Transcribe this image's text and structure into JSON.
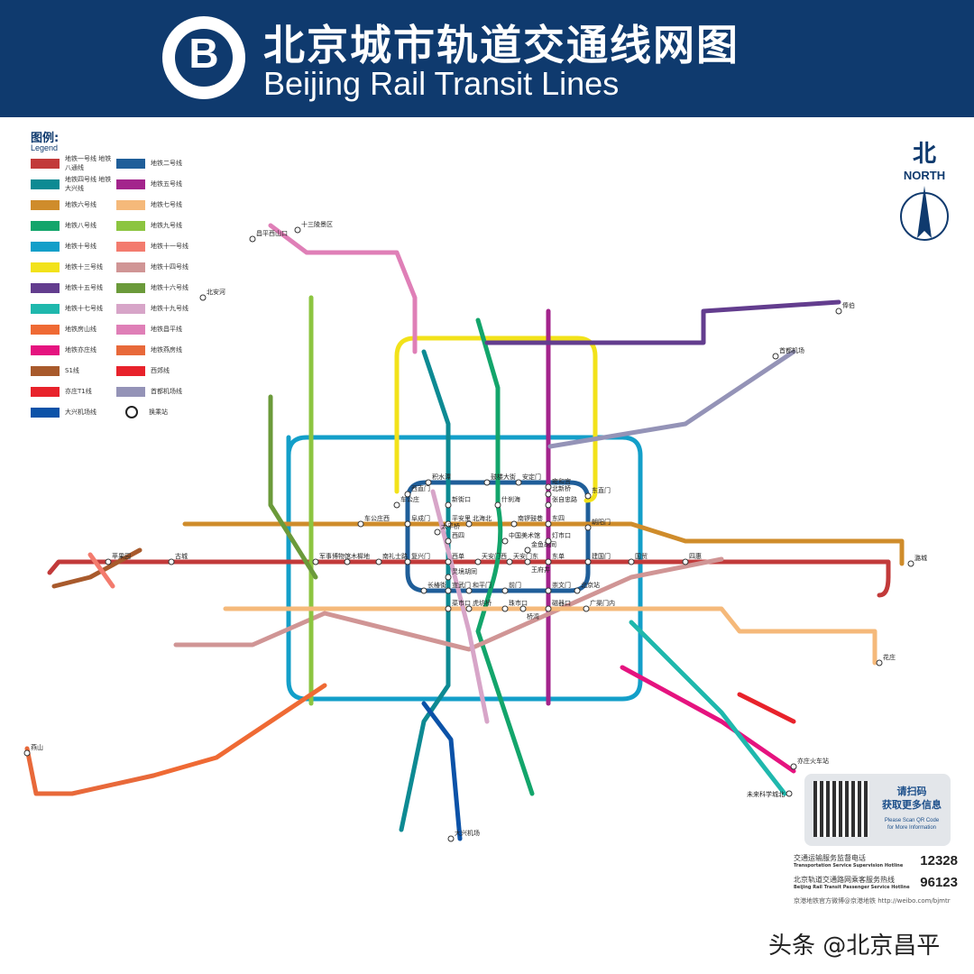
{
  "header": {
    "title_cn": "北京城市轨道交通线网图",
    "title_en": "Beijing Rail Transit Lines",
    "logo_letter": "B"
  },
  "north": {
    "cn": "北",
    "en": "NORTH"
  },
  "legend": {
    "title": "图例:",
    "subtitle": "Legend",
    "items": [
      {
        "label": "地铁一号线 地铁八通线",
        "color": "#c23a3a"
      },
      {
        "label": "地铁二号线",
        "color": "#1f5e99"
      },
      {
        "label": "地铁四号线 地铁大兴线",
        "color": "#0d8a93"
      },
      {
        "label": "地铁五号线",
        "color": "#a3248c"
      },
      {
        "label": "地铁六号线",
        "color": "#cf8c2b"
      },
      {
        "label": "地铁七号线",
        "color": "#f5b97a"
      },
      {
        "label": "地铁八号线",
        "color": "#13a56b"
      },
      {
        "label": "地铁九号线",
        "color": "#8cc540"
      },
      {
        "label": "地铁十号线",
        "color": "#139fc9"
      },
      {
        "label": "地铁十一号线",
        "color": "#f37b6e"
      },
      {
        "label": "地铁十三号线",
        "color": "#f2e21a"
      },
      {
        "label": "地铁十四号线",
        "color": "#d09595"
      },
      {
        "label": "地铁十五号线",
        "color": "#633d8e"
      },
      {
        "label": "地铁十六号线",
        "color": "#6b9a3a"
      },
      {
        "label": "地铁十七号线",
        "color": "#1fb8ad"
      },
      {
        "label": "地铁十九号线",
        "color": "#d7a5c8"
      },
      {
        "label": "地铁房山线",
        "color": "#ef6a34"
      },
      {
        "label": "地铁昌平线",
        "color": "#df7fb7"
      },
      {
        "label": "地铁亦庄线",
        "color": "#e5137f"
      },
      {
        "label": "地铁燕房线",
        "color": "#e8693a"
      },
      {
        "label": "S1线",
        "color": "#a85a2c"
      },
      {
        "label": "西郊线",
        "color": "#e8222b"
      },
      {
        "label": "亦庄T1线",
        "color": "#e8222b"
      },
      {
        "label": "首都机场线",
        "color": "#9493b7"
      },
      {
        "label": "大兴机场线",
        "color": "#0b52a8"
      }
    ],
    "transfer_label": "换乘站"
  },
  "stations": [
    {
      "name": "西直门",
      "line": "2"
    },
    {
      "name": "积水潭",
      "line": "2"
    },
    {
      "name": "鼓楼大街",
      "line": "2"
    },
    {
      "name": "安定门",
      "line": "2"
    },
    {
      "name": "雍和宫",
      "line": "2"
    },
    {
      "name": "东直门",
      "line": "2"
    },
    {
      "name": "朝阳门",
      "line": "2"
    },
    {
      "name": "建国门",
      "line": "2"
    },
    {
      "name": "北京站",
      "line": "2"
    },
    {
      "name": "崇文门",
      "line": "2"
    },
    {
      "name": "前门",
      "line": "2"
    },
    {
      "name": "和平门",
      "line": "2"
    },
    {
      "name": "宣武门",
      "line": "2"
    },
    {
      "name": "长椿街",
      "line": "2"
    },
    {
      "name": "复兴门",
      "line": "2"
    },
    {
      "name": "阜成门",
      "line": "2"
    },
    {
      "name": "车公庄",
      "line": "2"
    },
    {
      "name": "天安门西",
      "line": "1"
    },
    {
      "name": "天安门东",
      "line": "1"
    },
    {
      "name": "王府井",
      "line": "1"
    },
    {
      "name": "东单",
      "line": "1"
    },
    {
      "name": "西单",
      "line": "1"
    },
    {
      "name": "南礼士路",
      "line": "1"
    },
    {
      "name": "木樨地",
      "line": "1"
    },
    {
      "name": "军事博物馆",
      "line": "1"
    },
    {
      "name": "国贸",
      "line": "1"
    },
    {
      "name": "四惠",
      "line": "1"
    },
    {
      "name": "苹果园",
      "line": "1"
    },
    {
      "name": "古城",
      "line": "1"
    },
    {
      "name": "北海北",
      "line": "6"
    },
    {
      "name": "南锣鼓巷",
      "line": "6"
    },
    {
      "name": "平安里",
      "line": "6"
    },
    {
      "name": "车公庄西",
      "line": "6"
    },
    {
      "name": "什刹海",
      "line": "8"
    },
    {
      "name": "中国美术馆",
      "line": "8"
    },
    {
      "name": "金鱼胡同",
      "line": "8"
    },
    {
      "name": "西四",
      "line": "4"
    },
    {
      "name": "灵境胡同",
      "line": "4"
    },
    {
      "name": "新街口",
      "line": "4"
    },
    {
      "name": "太平桥",
      "line": "19"
    },
    {
      "name": "灯市口",
      "line": "5"
    },
    {
      "name": "东四",
      "line": "5"
    },
    {
      "name": "张自忠路",
      "line": "5"
    },
    {
      "name": "北新桥",
      "line": "5"
    },
    {
      "name": "虎坊桥",
      "line": "7"
    },
    {
      "name": "珠市口",
      "line": "7"
    },
    {
      "name": "桥湾",
      "line": "7"
    },
    {
      "name": "广渠门内",
      "line": "7"
    },
    {
      "name": "菜市口",
      "line": "4"
    },
    {
      "name": "磁器口",
      "line": "5"
    },
    {
      "name": "十三陵景区",
      "line": "昌平"
    },
    {
      "name": "昌平西山口",
      "line": "昌平"
    },
    {
      "name": "北安河",
      "line": "16"
    },
    {
      "name": "俸伯",
      "line": "15"
    },
    {
      "name": "燕山",
      "line": "燕房"
    },
    {
      "name": "大兴机场",
      "line": "大兴机场"
    },
    {
      "name": "潞城",
      "line": "6"
    },
    {
      "name": "花庄",
      "line": "7"
    },
    {
      "name": "亦庄火车站",
      "line": "亦庄"
    },
    {
      "name": "未来科学城北",
      "line": "17"
    },
    {
      "name": "首都机场",
      "line": "首都机场"
    }
  ],
  "qr": {
    "cn_line1": "请扫码",
    "cn_line2": "获取更多信息",
    "en_line1": "Please Scan QR Code",
    "en_line2": "for More Information"
  },
  "hotlines": [
    {
      "cn": "交通运输服务监督电话",
      "en": "Transportation Service Supervision Hotline",
      "number": "12328"
    },
    {
      "cn": "北京轨道交通路网乘客服务热线",
      "en": "Beijing Rail Transit Passenger Service Hotline",
      "number": "96123"
    }
  ],
  "weibo": "京港地铁官方微博@京港地铁  http://weibo.com/bjmtr",
  "watermark": "头条 @北京昌平"
}
